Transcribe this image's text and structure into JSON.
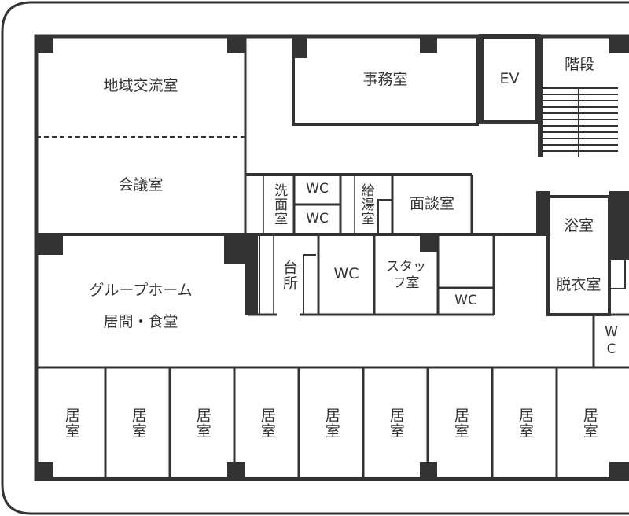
{
  "rooms": {
    "community": "地域交流室",
    "meeting": "会議室",
    "office": "事務室",
    "ev": "EV",
    "stairs": "階段",
    "washroom": "洗面室",
    "wc1": "WC",
    "wc2": "WC",
    "kettle": "給湯室",
    "interview": "面談室",
    "bath": "浴室",
    "dressing": "脱衣室",
    "kitchen": "台所",
    "wc3": "WC",
    "staff": "スタッフ室",
    "wc4": "WC",
    "wc5": "WC",
    "group_home": "グループホーム",
    "living": "居間・食堂",
    "bedrooms": [
      "居室",
      "居室",
      "居室",
      "居室",
      "居室",
      "居室",
      "居室",
      "居室",
      "居室"
    ]
  },
  "colors": {
    "wall": "#333333",
    "background": "#ffffff"
  }
}
